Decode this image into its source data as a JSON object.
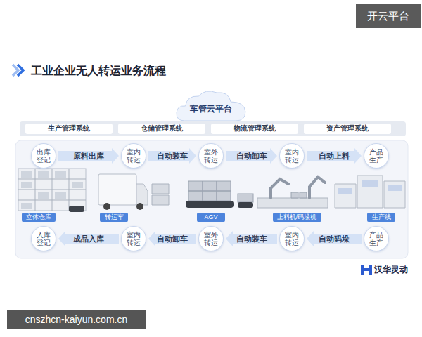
{
  "diagram": {
    "title": "工业企业无人转运业务流程",
    "nodes": [
      {
        "text": [
          "车管云平台"
        ]
      },
      {
        "text": [
          "生产管理系统"
        ]
      },
      {
        "text": [
          "仓储管理系统"
        ]
      },
      {
        "text": [
          "物流管理系统"
        ]
      },
      {
        "text": [
          "资产管理系统"
        ]
      },
      {
        "text": [
          "出库登记"
        ]
      },
      {
        "text": [
          "室内转运"
        ]
      },
      {
        "text": [
          "室外转运"
        ]
      },
      {
        "text": [
          "室内转运"
        ]
      },
      {
        "text": [
          "产品生产"
        ]
      },
      {
        "text": [
          "立体仓库"
        ]
      },
      {
        "text": [
          "转运车"
        ]
      },
      {
        "text": [
          "AGV"
        ]
      },
      {
        "text": [
          "上料机/码垛机"
        ]
      },
      {
        "text": [
          "生产线"
        ]
      },
      {
        "text": [
          "入库登记"
        ]
      },
      {
        "text": [
          "室内转运"
        ]
      },
      {
        "text": [
          "室外转运"
        ]
      },
      {
        "text": [
          "室内转运"
        ]
      },
      {
        "text": [
          "产品生产"
        ]
      }
    ],
    "edges": [
      {
        "from": 5,
        "to": 6,
        "label": "原料出库",
        "arrow": "to"
      },
      {
        "from": 6,
        "to": 7,
        "label": "自动装车",
        "arrow": "to"
      },
      {
        "from": 7,
        "to": 8,
        "label": "自动卸车",
        "arrow": "to"
      },
      {
        "from": 8,
        "to": 9,
        "label": "自动上料",
        "arrow": "to"
      },
      {
        "from": 19,
        "to": 18,
        "label": "自动码垛",
        "arrow": "to"
      },
      {
        "from": 18,
        "to": 17,
        "label": "自动装车",
        "arrow": "to"
      },
      {
        "from": 17,
        "to": 16,
        "label": "自动卸车",
        "arrow": "to"
      },
      {
        "from": 16,
        "to": 15,
        "label": "成品入库",
        "arrow": "to"
      }
    ],
    "labels": [
      "开云平台",
      "汉华灵动",
      "cnszhcn-kaiyun.com.cn"
    ]
  }
}
